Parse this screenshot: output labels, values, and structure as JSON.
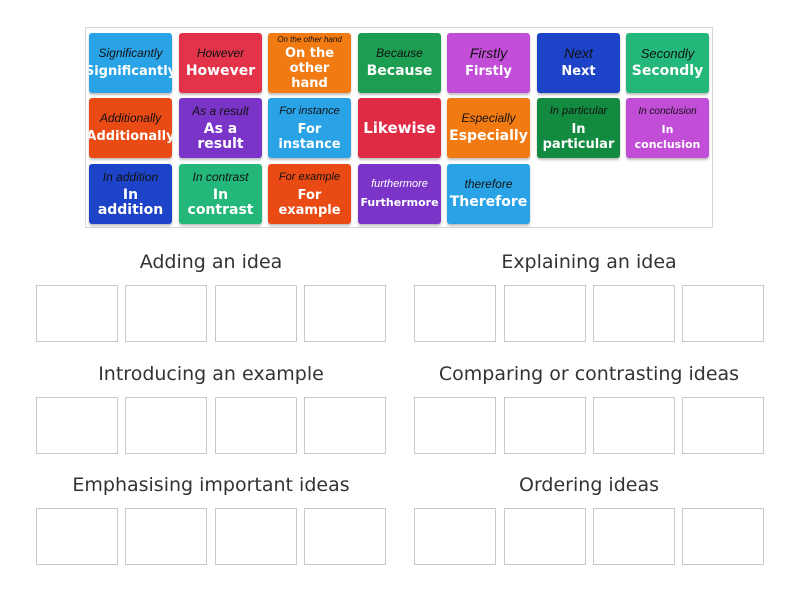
{
  "tiles": [
    {
      "top": "Significantly",
      "bottom": "Significantly",
      "color": "#2aa3e6"
    },
    {
      "top": "However",
      "bottom": "However",
      "color": "#e23349"
    },
    {
      "top": "On the other hand",
      "bottom": "On the other hand",
      "color": "#f27a12"
    },
    {
      "top": "Because",
      "bottom": "Because",
      "color": "#1d9d52"
    },
    {
      "top": "Firstly",
      "bottom": "Firstly",
      "color": "#c24ed8"
    },
    {
      "top": "Next",
      "bottom": "Next",
      "color": "#1d43c8"
    },
    {
      "top": "Secondly",
      "bottom": "Secondly",
      "color": "#23b879"
    },
    {
      "top": "Additionally",
      "bottom": "Additionally",
      "color": "#ea4a14"
    },
    {
      "top": "As a result",
      "bottom": "As a result",
      "color": "#7a35c8"
    },
    {
      "top": "For instance",
      "bottom": "For instance",
      "color": "#2aa3e6"
    },
    {
      "top": "",
      "bottom": "Likewise",
      "color": "#e02b45"
    },
    {
      "top": "Especially",
      "bottom": "Especially",
      "color": "#f27a12"
    },
    {
      "top": "In particular",
      "bottom": "In particular",
      "color": "#128a3f"
    },
    {
      "top": "In conclusion",
      "bottom": "In conclusion",
      "color": "#c24ed8"
    },
    {
      "top": "In addition",
      "bottom": "In addition",
      "color": "#1d43c8"
    },
    {
      "top": "In contrast",
      "bottom": "In contrast",
      "color": "#23b879"
    },
    {
      "top": "For example",
      "bottom": "For example",
      "color": "#ea4a14"
    },
    {
      "top": "furthermore",
      "bottom": "Furthermore",
      "color": "#7a35c8"
    },
    {
      "top": "therefore",
      "bottom": "Therefore",
      "color": "#2aa3e6"
    }
  ],
  "groups": [
    {
      "title": "Adding an idea"
    },
    {
      "title": "Explaining an idea"
    },
    {
      "title": "Introducing an example"
    },
    {
      "title": "Comparing or contrasting ideas"
    },
    {
      "title": "Emphasising important ideas"
    },
    {
      "title": "Ordering ideas"
    }
  ]
}
